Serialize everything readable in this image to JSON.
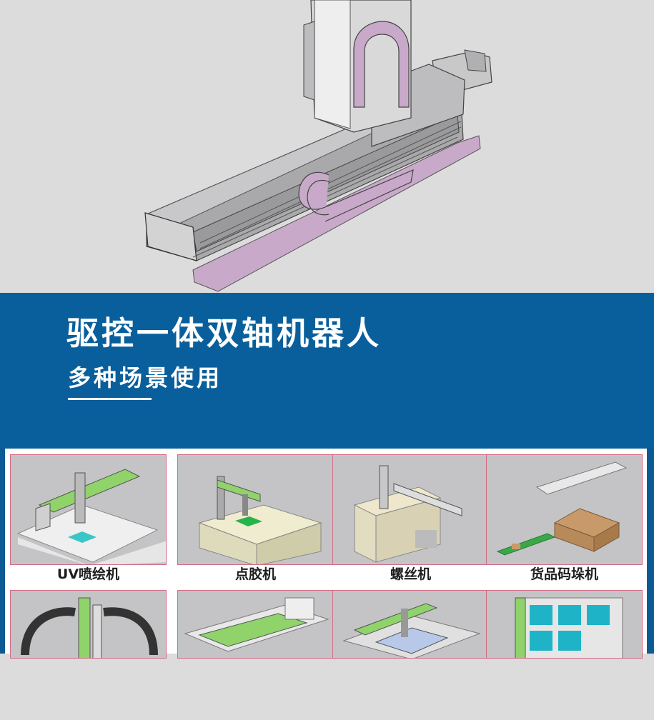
{
  "banner": {
    "title": "驱控一体双轴机器人",
    "subtitle": "多种场景使用",
    "background_color": "#095f9b"
  },
  "hero": {
    "image": "two-axis-gantry-robot-cad-render"
  },
  "applications": [
    {
      "label": "UV喷绘机",
      "image": "uv-printer-render"
    },
    {
      "label": "点胶机",
      "image": "glue-dispenser-render"
    },
    {
      "label": "螺丝机",
      "image": "screw-machine-render"
    },
    {
      "label": "货品码垛机",
      "image": "palletizer-render"
    },
    {
      "label": "",
      "image": "cable-chain-gantry-render"
    },
    {
      "label": "",
      "image": "conveyor-module-render"
    },
    {
      "label": "",
      "image": "xy-table-render"
    },
    {
      "label": "",
      "image": "storage-rack-render"
    }
  ]
}
